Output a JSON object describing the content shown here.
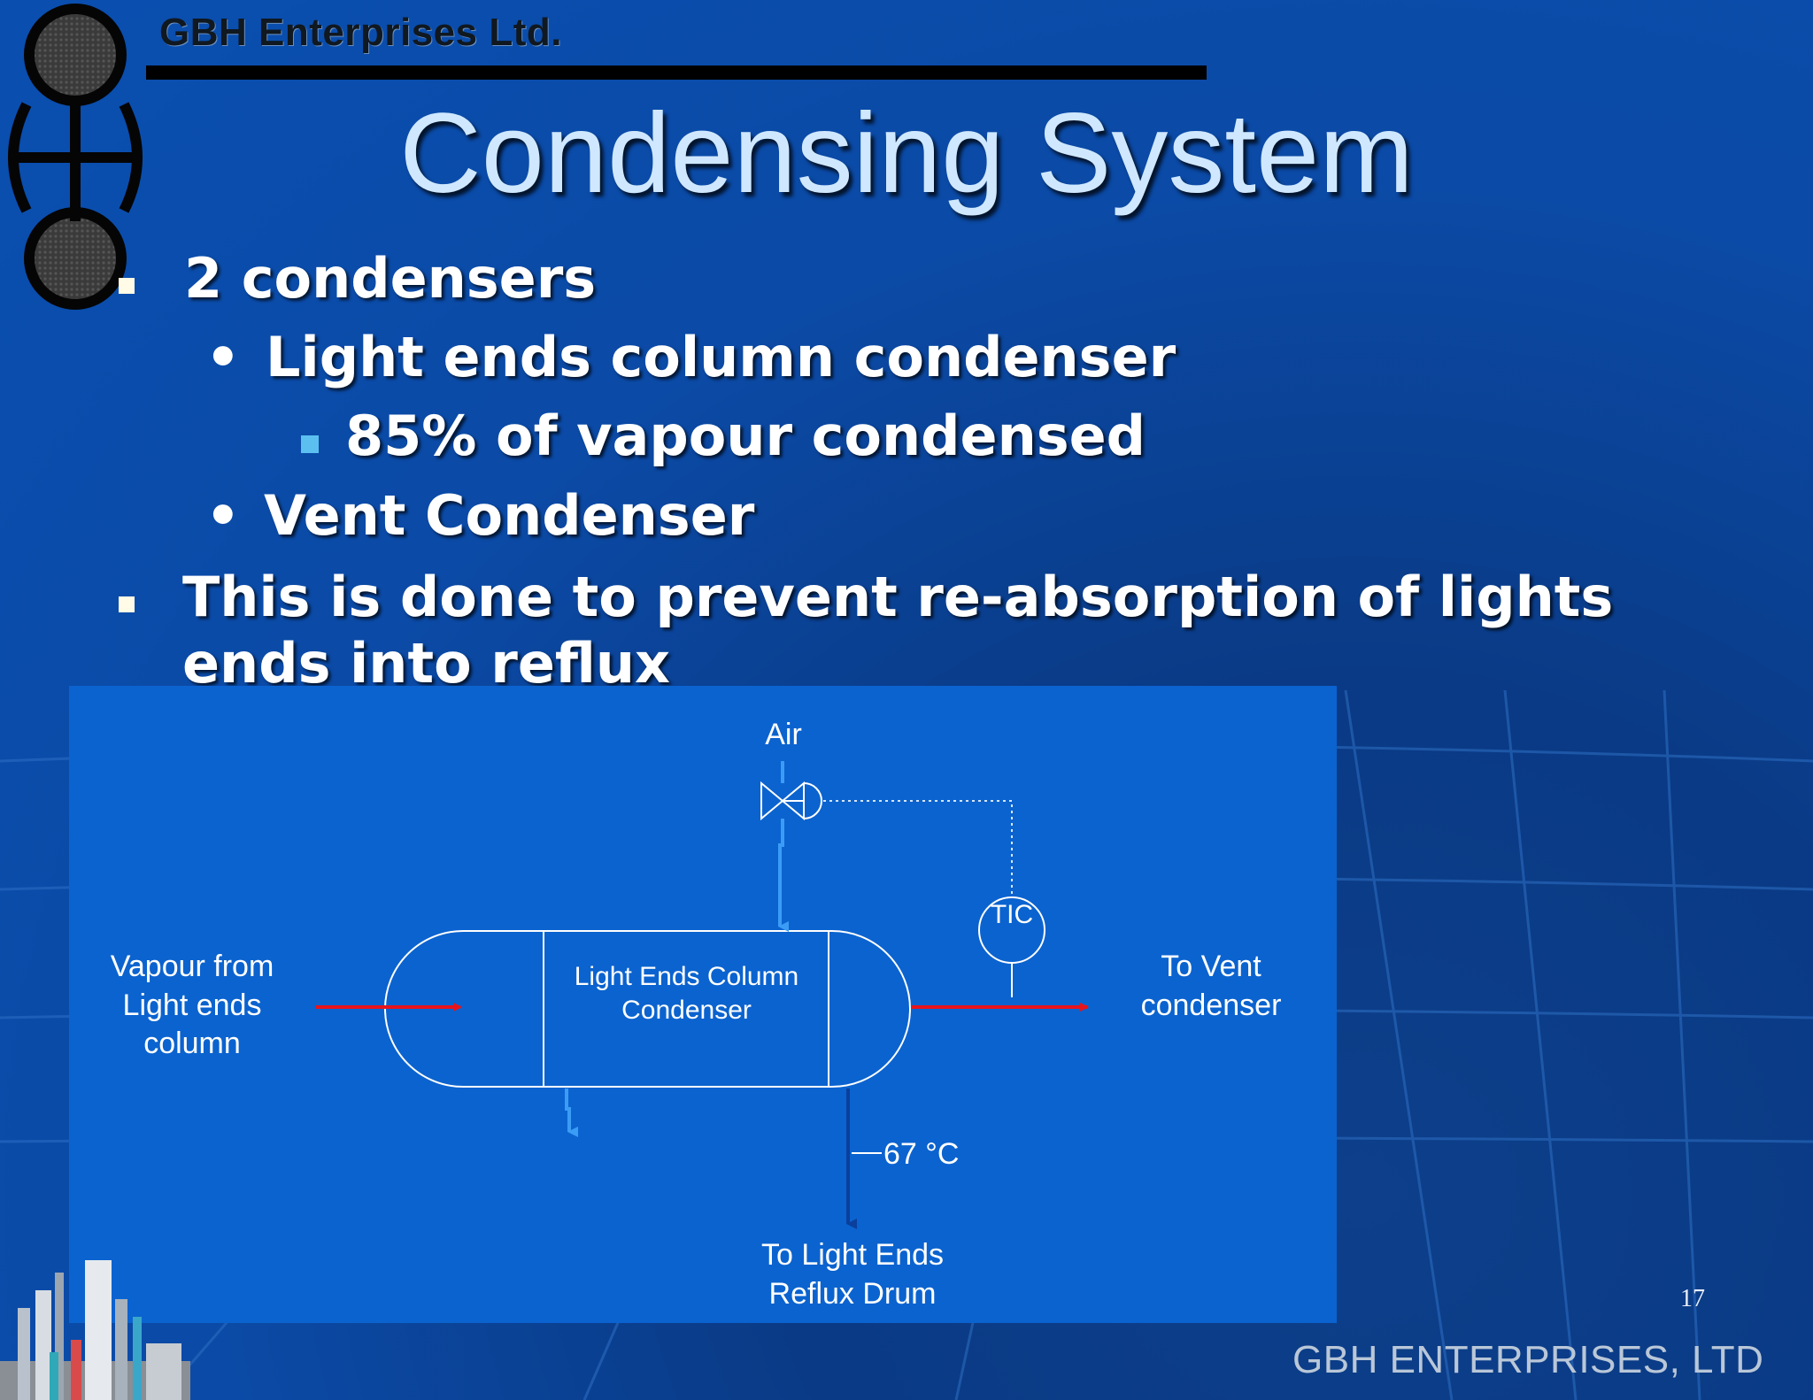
{
  "header": {
    "company": "GBH Enterprises Ltd."
  },
  "slide": {
    "title": "Condensing System",
    "bullets": [
      {
        "level": 1,
        "text": "2 condensers"
      },
      {
        "level": 2,
        "text": "Light ends column condenser"
      },
      {
        "level": 3,
        "text": "85% of vapour condensed"
      },
      {
        "level": 2,
        "text": "Vent Condenser"
      },
      {
        "level": 1,
        "text": "This is done to prevent re-absorption of lights"
      },
      {
        "level": 1,
        "text": "ends into reflux"
      }
    ]
  },
  "diagram": {
    "air": "Air",
    "tic": "TIC",
    "vessel_line1": "Light Ends Column",
    "vessel_line2": "Condenser",
    "inlet_line1": "Vapour from",
    "inlet_line2": "Light ends",
    "inlet_line3": "column",
    "outlet_line1": "To Vent",
    "outlet_line2": "condenser",
    "temperature": "67 °C",
    "drain_line1": "To Light Ends",
    "drain_line2": "Reflux Drum"
  },
  "footer": {
    "page_number": "17",
    "company": "GBH ENTERPRISES, LTD"
  },
  "colors": {
    "process_line": "#e8141c",
    "air_line": "#3b9cf5",
    "liquid_line": "#0a3f9c"
  }
}
